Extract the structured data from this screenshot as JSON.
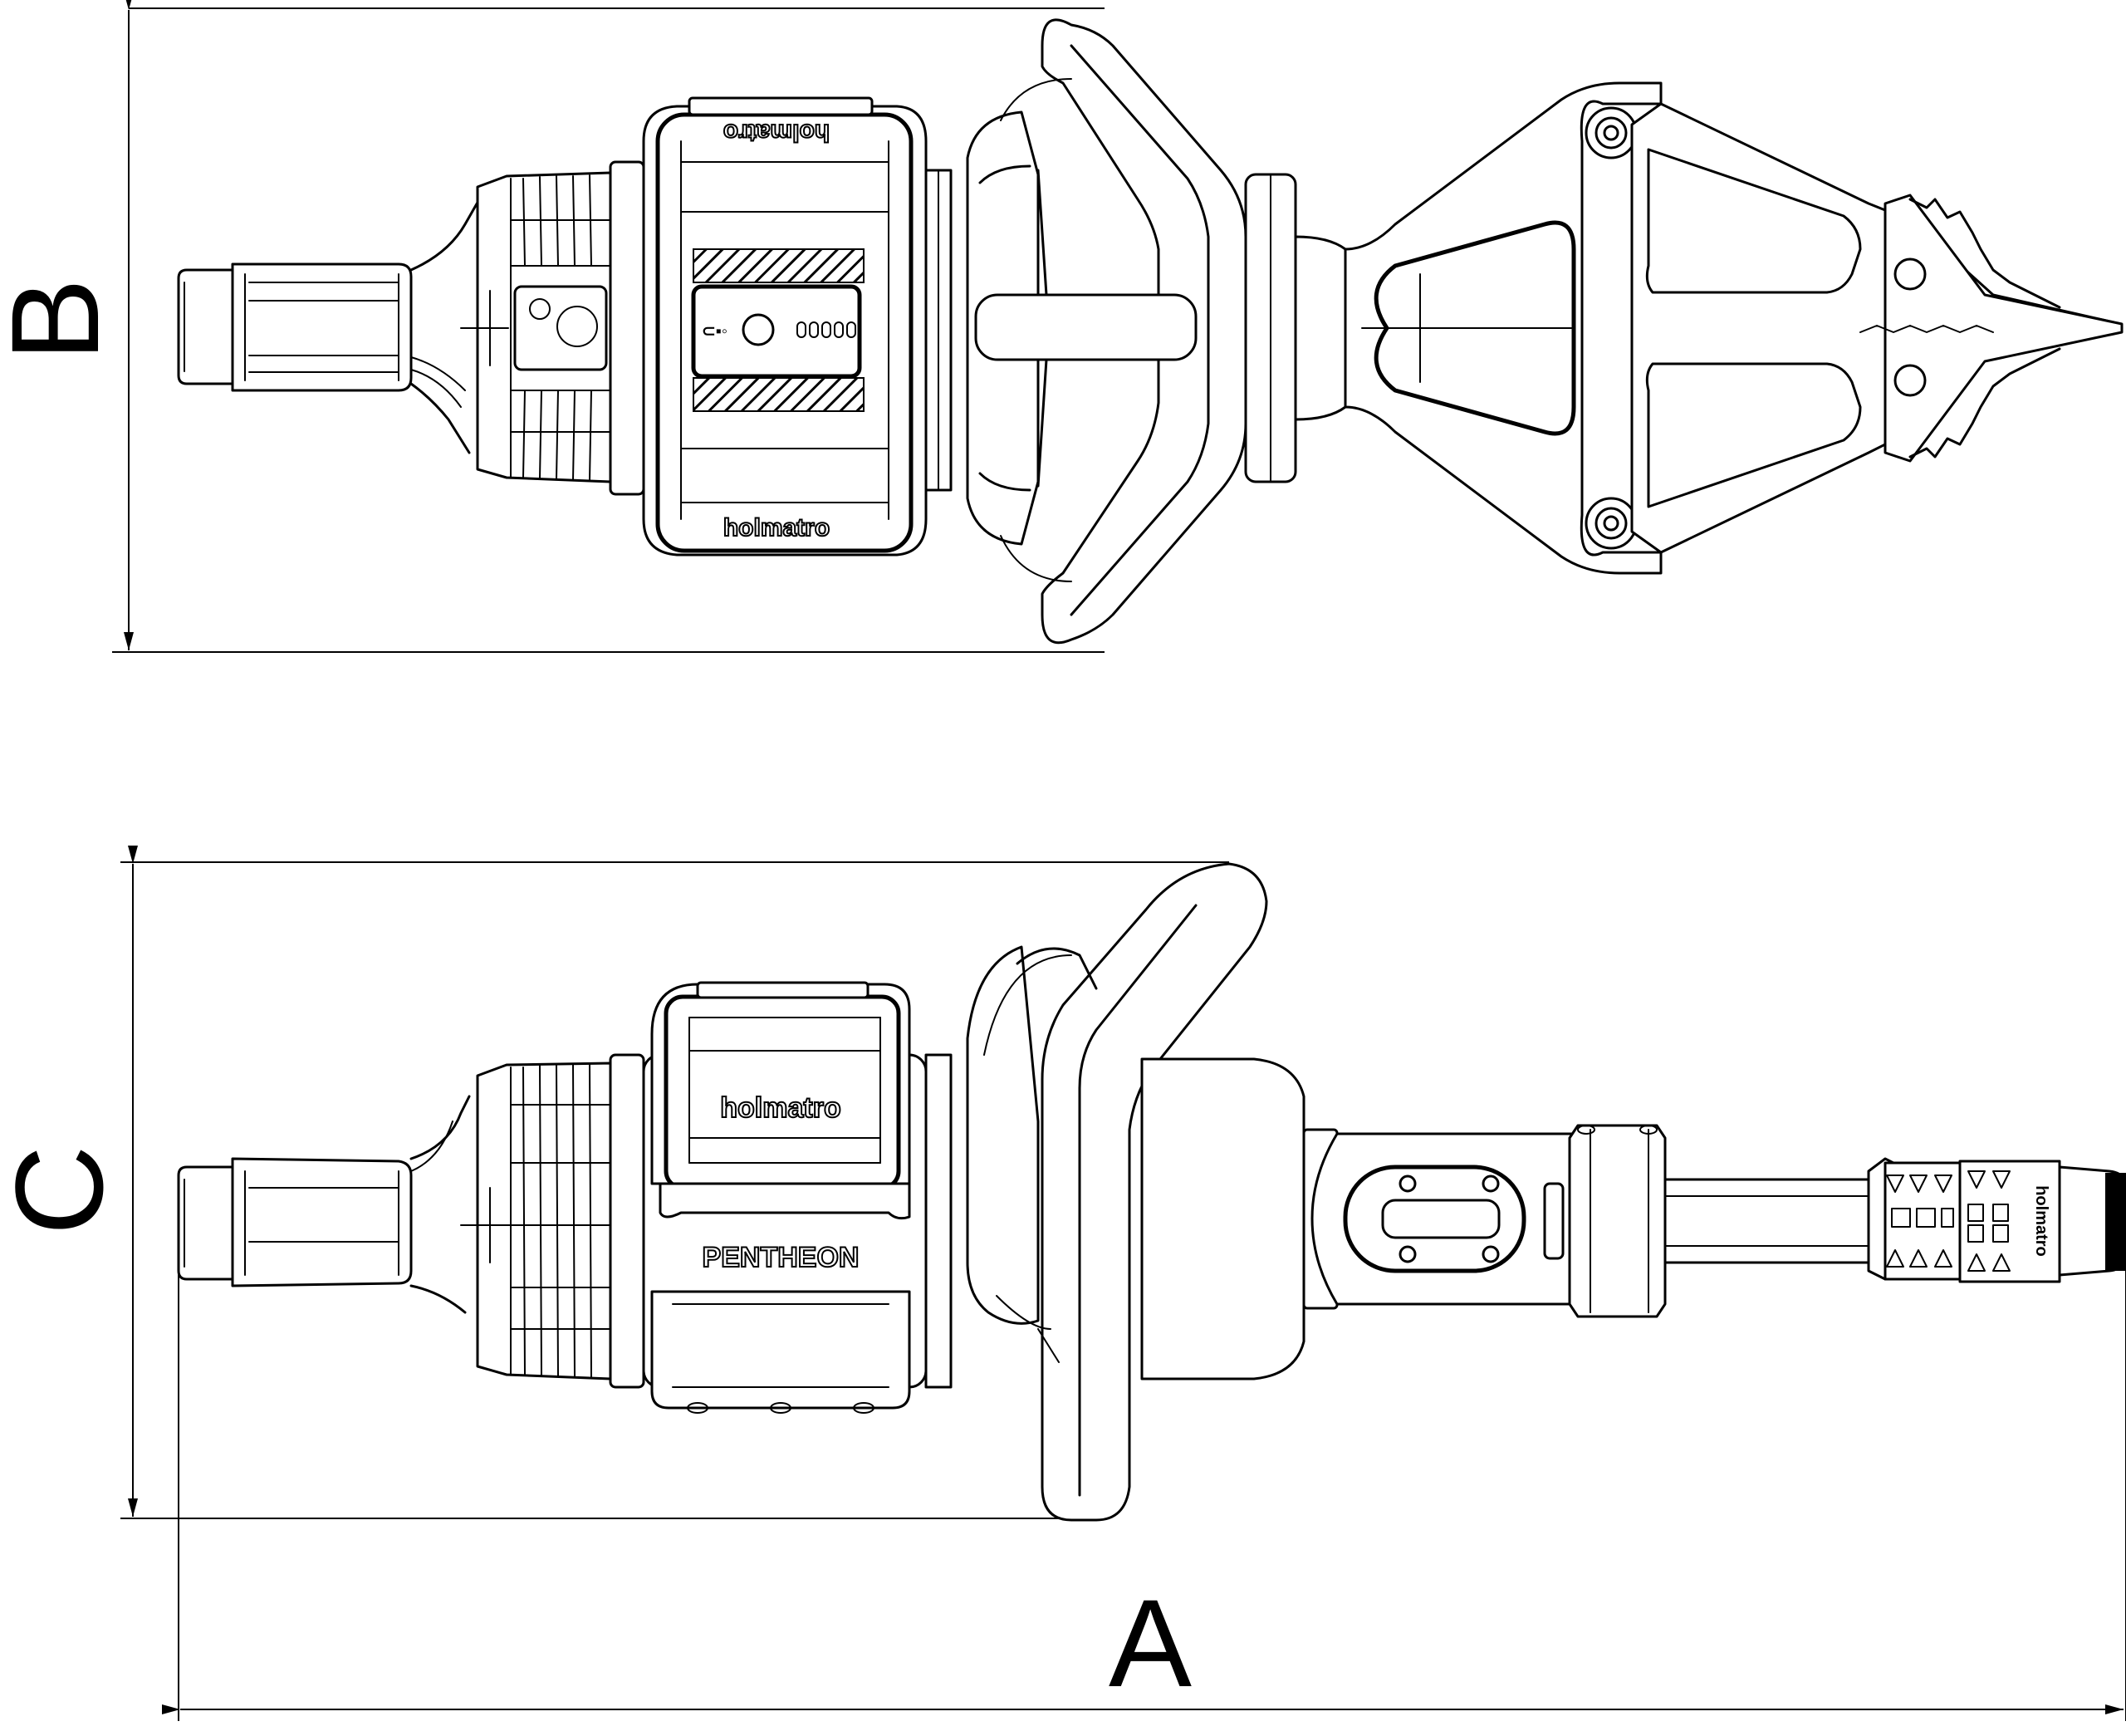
{
  "dimensions": {
    "a_label": "A",
    "b_label": "B",
    "c_label": "C"
  },
  "top_view": {
    "brand_top": "holmatro",
    "brand_bottom": "holmatro"
  },
  "side_view": {
    "brand": "holmatro",
    "model": "PENTHEON",
    "tip_brand": "holmatro"
  }
}
